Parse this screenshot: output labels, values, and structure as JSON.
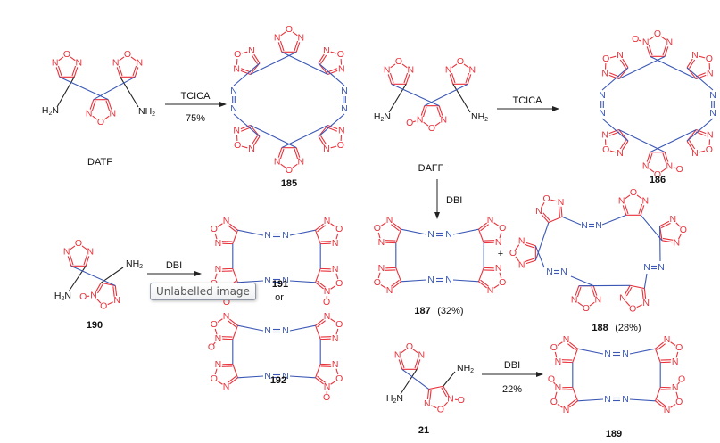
{
  "colors": {
    "ring": "#e8313a",
    "link": "#3a57b5",
    "text": "#111111",
    "arrow": "#222222"
  },
  "atoms": {
    "O": "O",
    "N": "N",
    "NH2": "NH",
    "H2N": "H",
    "sub2": "2",
    "Nx": "N"
  },
  "reactions": [
    {
      "id": "r1",
      "reagent": "TCICA",
      "yield": "75%",
      "direction": "right"
    },
    {
      "id": "r2",
      "reagent": "TCICA",
      "yield": "",
      "direction": "right"
    },
    {
      "id": "r3",
      "reagent": "DBI",
      "yield": "",
      "direction": "down"
    },
    {
      "id": "r4",
      "reagent": "DBI",
      "yield": "",
      "direction": "right"
    },
    {
      "id": "r5",
      "reagent": "DBI",
      "yield": "22%",
      "direction": "right"
    }
  ],
  "compounds": {
    "DATF": {
      "label": "DATF"
    },
    "c185": {
      "label": "185"
    },
    "DAFF": {
      "label": "DAFF"
    },
    "c186": {
      "label": "186"
    },
    "c187": {
      "label": "187",
      "yield": "(32%)"
    },
    "c188": {
      "label": "188",
      "yield": "(28%)"
    },
    "c190": {
      "label": "190"
    },
    "c191": {
      "label": "191"
    },
    "c192": {
      "label": "192"
    },
    "c21": {
      "label": "21"
    },
    "c189": {
      "label": "189"
    }
  },
  "connectors": {
    "or": "or",
    "plus": "+"
  },
  "tooltip": {
    "text": "Unlabelled image"
  }
}
